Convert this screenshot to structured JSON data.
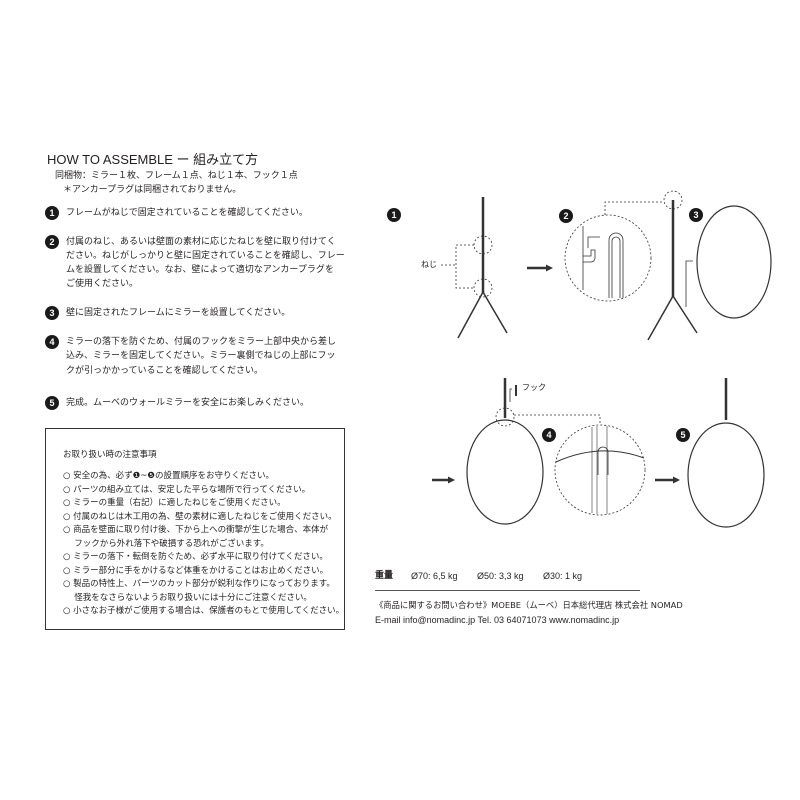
{
  "header": {
    "title": "HOW TO ASSEMBLE ー 組み立て方",
    "includes": "同梱物：ミラー１枚、フレーム１点、ねじ１本、フック１点",
    "note": "＊アンカープラグは同梱されておりません。"
  },
  "steps": [
    {
      "num": "1",
      "lines": [
        "フレームがねじで固定されていることを確認してください。"
      ]
    },
    {
      "num": "2",
      "lines": [
        "付属のねじ、あるいは壁面の素材に応じたねじを壁に取り付けてく",
        "ださい。ねじがしっかりと壁に固定されていることを確認し、フレー",
        "ムを設置してください。なお、壁によって適切なアンカープラグを",
        "ご使用ください。"
      ]
    },
    {
      "num": "3",
      "lines": [
        "壁に固定されたフレームにミラーを設置してください。"
      ]
    },
    {
      "num": "4",
      "lines": [
        "ミラーの落下を防ぐため、付属のフックをミラー上部中央から差し",
        "込み、ミラーを固定してください。ミラー裏側でねじの上部にフッ",
        "クが引っかかっていることを確認してください。"
      ]
    },
    {
      "num": "5",
      "lines": [
        "完成。ムーベのウォールミラーを安全にお楽しみください。"
      ]
    }
  ],
  "cautions": {
    "title": "お取り扱い時の注意事項",
    "items": [
      "○ 安全の為、必ず❶~❺の設置順序をお守りください。",
      "○ パーツの組み立ては、安定した平らな場所で行ってください。",
      "○ ミラーの重量（右記）に適したねじをご使用ください。",
      "○ 付属のねじは木工用の為、壁の素材に適したねじをご使用ください。",
      "○ 商品を壁面に取り付け後、下から上への衝撃が生じた場合、本体が",
      "　 フックから外れ落下や破損する恐れがございます。",
      "○ ミラーの落下・転倒を防ぐため、必ず水平に取り付けてください。",
      "○ ミラー部分に手をかけるなど体重をかけることはお止めください。",
      "○ 製品の特性上、パーツのカット部分が鋭利な作りになっております。",
      "　 怪我をなさらないようお取り扱いには十分にご注意ください。",
      "○ 小さなお子様がご使用する場合は、保護者のもとで使用してください。"
    ]
  },
  "diagram": {
    "screw_label": "ねじ",
    "hook_label": "フック",
    "badges": [
      "1",
      "2",
      "3",
      "4",
      "5"
    ]
  },
  "weight": {
    "label": "重量",
    "values": [
      "Ø70: 6,5 kg",
      "Ø50: 3,3 kg",
      "Ø30: 1 kg"
    ]
  },
  "contact": {
    "line1": "《商品に関するお問い合わせ》MOEBE（ムーベ）日本総代理店  株式会社 NOMAD",
    "line2": "E-mail  info@nomadinc.jp   Tel. 03 64071073   www.nomadinc.jp"
  }
}
